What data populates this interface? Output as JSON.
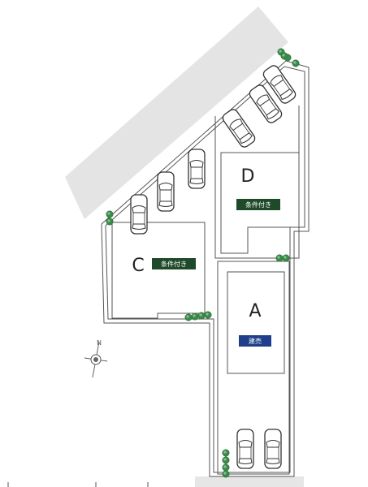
{
  "colors": {
    "road": "#e2e2e2",
    "line": "#444444",
    "badge_green": "#1f4a2a",
    "badge_blue": "#1f3f8a",
    "shrub": "#3c8a4a",
    "car": "#333333"
  },
  "compass": {
    "north_label": "N"
  },
  "lots": [
    {
      "id": "D",
      "letter": "D",
      "badge": "条件付き",
      "badge_color": "badge_green"
    },
    {
      "id": "C",
      "letter": "C",
      "badge": "条件付き",
      "badge_color": "badge_green"
    },
    {
      "id": "A",
      "letter": "A",
      "badge": "建売",
      "badge_color": "badge_blue"
    }
  ],
  "icons": [
    "car-icon",
    "shrub-icon",
    "compass-icon"
  ]
}
